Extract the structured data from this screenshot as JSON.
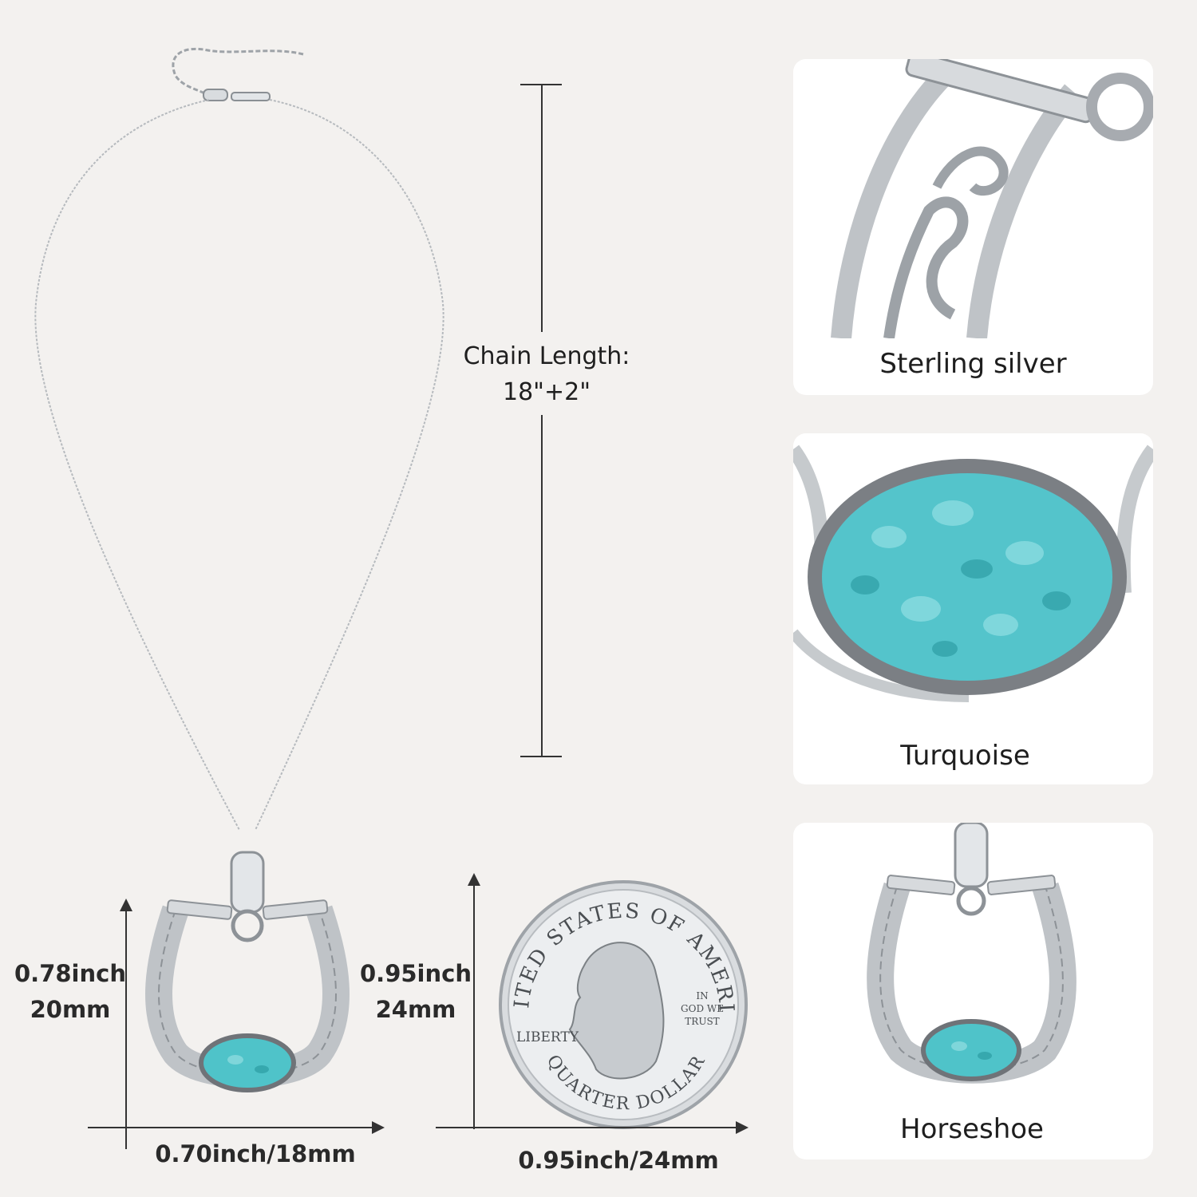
{
  "chain": {
    "title": "Chain Length:",
    "length": "18\"+2\""
  },
  "pendant": {
    "height_in": "0.78inch",
    "height_mm": "20mm",
    "width": "0.70inch/18mm"
  },
  "coin": {
    "height_in": "0.95inch",
    "height_mm": "24mm",
    "width": "0.95inch/24mm",
    "rim_text": "UNITED STATES OF AMERICA",
    "motto_line1": "IN",
    "motto_line2": "GOD WE",
    "motto_line3": "TRUST",
    "liberty": "LIBERTY",
    "denomination": "QUARTER DOLLAR"
  },
  "features": [
    {
      "caption": "Sterling silver"
    },
    {
      "caption": "Turquoise"
    },
    {
      "caption": "Horseshoe"
    }
  ],
  "colors": {
    "background": "#f3f1ef",
    "card": "#ffffff",
    "turquoise": "#4fc3c9",
    "silver": "#c9ccd0"
  }
}
